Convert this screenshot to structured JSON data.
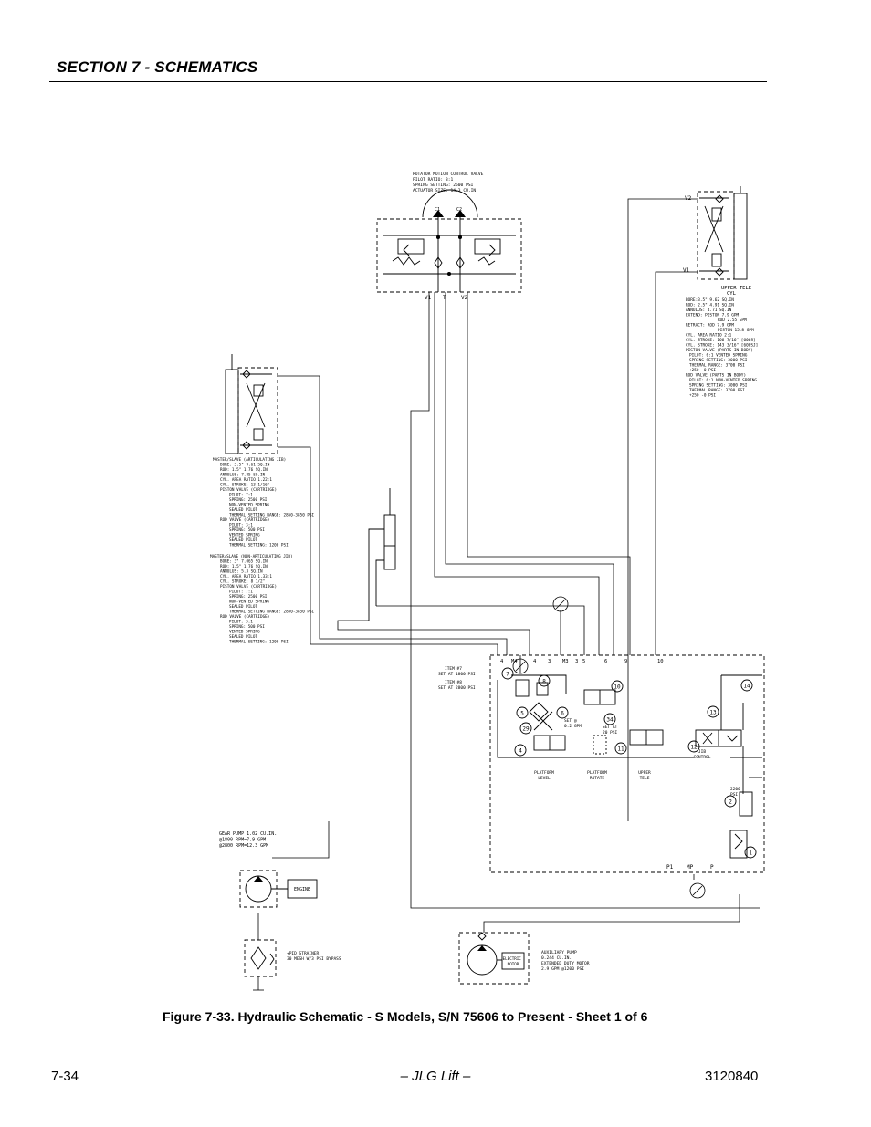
{
  "header": {
    "section_title": "SECTION 7 - SCHEMATICS"
  },
  "schematic": {
    "rotator": {
      "notes": [
        "ROTATOR MOTION CONTROL VALVE",
        "PILOT RATIO: 3:1",
        "SPRING SETTING: 2500 PSI",
        "ACTUATOR SIZE: 14.3 CU.IN."
      ],
      "port_c1": "C1",
      "port_c2": "C2",
      "port_v1": "V1",
      "port_t": "T",
      "port_v2": "V2"
    },
    "upper_tele": {
      "port_v2": "V2",
      "port_v1": "V1",
      "title": [
        "UPPER TELE",
        "CYL"
      ],
      "notes": [
        "BORE:3.5\" 9.62 SQ.IN",
        "ROD: 2.5\" 4.91 SQ.IN",
        "ANNULUS: 4.71 SQ.IN",
        "EXTEND: PISTON 7.9 GPM",
        "ROD 2.55 GPM",
        "RETRACT: ROD 7.9 GPM",
        "PISTON 15.8 GPM",
        "CYL. AREA RATIO 2:1",
        "CYL. STROKE: 166 7/16\" [600S]",
        "CYL. STROKE: 143 3/16\" [600SJ]",
        "PISTON VALVE (PARTS IN BODY)",
        "PILOT: 6:1 VENTED SPRING",
        "SPRING SETTING: 3000 PSI",
        "THERMAL RANGE: 3700 PSI",
        "+250 -0 PSI",
        "ROD VALVE (PARTS IN BODY)",
        "PILOT: 6:1 NON-VENTED SPRING",
        "SPRING SETTING: 3000 PSI",
        "THERMAL RANGE: 3700 PSI",
        "+250 -0 PSI"
      ]
    },
    "master_slave_art": {
      "notes": [
        "MASTER/SLAVE (ARTICULATING JIB)",
        "BORE: 3.5\" 9.61 SQ.IN",
        "ROD: 1.5\" 1.76 SQ.IN",
        "ANNULUS: 7.85 SQ.IN",
        "CYL. AREA RATIO 1.22:1",
        "CYL. STROKE: 13 1/16\"",
        "PISTON VALVE (CARTRIDGE)",
        "PILOT: 7:1",
        "SPRING: 2500 PSI",
        "NON-VENTED SPRING",
        "SEALED PILOT",
        "THERMAL SETTING RANGE: 2850-3850 PSI",
        "ROD VALVE (CARTRIDGE)",
        "PILOT: 3:1",
        "SPRING: 500 PSI",
        "VENTED SPRING",
        "SEALED PILOT",
        "THERMAL SETTING: 1200 PSI"
      ]
    },
    "master_slave_nonart": {
      "notes": [
        "MASTER/SLAVE (NON-ARTICULATING JIB)",
        "BORE: 3\" 7.065 SQ.IN",
        "ROD: 1.5\" 1.76 SQ.IN",
        "ANNULUS: 5.3 SQ.IN",
        "CYL. AREA RATIO 1.33:1",
        "CYL. STROKE: 8 1/2\"",
        "PISTON VALVE (CARTRIDGE)",
        "PILOT: 7:1",
        "SPRING: 2500 PSI",
        "NON-VENTED SPRING",
        "SEALED PILOT",
        "THERMAL SETTING RANGE: 2850-3850 PSI",
        "ROD VALVE (CARTRIDGE)",
        "PILOT: 3:1",
        "SPRING: 500 PSI",
        "VENTED SPRING",
        "SEALED PILOT",
        "THERMAL SETTING: 1200 PSI"
      ]
    },
    "manifold": {
      "port_labels": [
        "4",
        "M4",
        "4",
        "3",
        "M3",
        "3",
        "5",
        "6",
        "9",
        "10"
      ],
      "item7_note": [
        "ITEM #7",
        "SET AT 1800 PSI"
      ],
      "item8_note": [
        "ITEM #8",
        "SET AT 2800 PSI"
      ],
      "set_note": [
        "SET @",
        "0.2 GPM"
      ],
      "set_at_note": [
        "SET AT",
        "20 PSI"
      ],
      "relief_note": [
        "2200",
        "PSI"
      ],
      "callouts": [
        "7",
        "8",
        "5",
        "6",
        "29",
        "4",
        "10",
        "34",
        "11",
        "12",
        "13",
        "14",
        "2",
        "1"
      ],
      "valve_labels": [
        [
          "PLATFORM",
          "LEVEL"
        ],
        [
          "PLATFORM",
          "ROTATE"
        ],
        [
          "UPPER",
          "TELE"
        ],
        [
          "JIB",
          "CONTROL"
        ]
      ],
      "bottom_ports": [
        "P1",
        "MP",
        "P"
      ]
    },
    "gear_pump": {
      "notes": [
        "GEAR PUMP 1.02 CU.IN.",
        "@1800 RPM=7.9 GPM",
        "@2800 RPM=12.3 GPM"
      ],
      "engine_label": "ENGINE"
    },
    "strainer": {
      "notes": [
        "+PID STRAINER",
        "30 MESH W/3 PSI BYPASS"
      ]
    },
    "aux_pump": {
      "motor_label": [
        "ELECTRIC",
        "MOTOR"
      ],
      "notes": [
        "AUXILIARY PUMP",
        "0.244 CU.IN.",
        "EXTENDED DUTY MOTOR",
        "2.9 GPM @1200 PSI"
      ]
    }
  },
  "caption": "Figure 7-33.  Hydraulic Schematic - S Models, S/N 75606 to Present - Sheet 1 of 6",
  "footer": {
    "page_number": "7-34",
    "center": "– JLG Lift –",
    "doc_number": "3120840"
  }
}
